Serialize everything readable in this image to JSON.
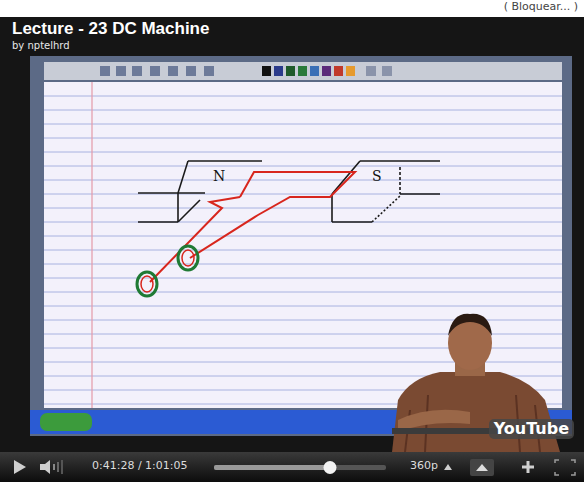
{
  "diagram": {
    "title": "Lecture - 23 DC Machine",
    "labels": [
      "( Bloquear... )",
      "by nptelhrd",
      "N",
      "S",
      "0:41:28 / 1:01:05",
      "360p",
      "YouTube"
    ]
  }
}
